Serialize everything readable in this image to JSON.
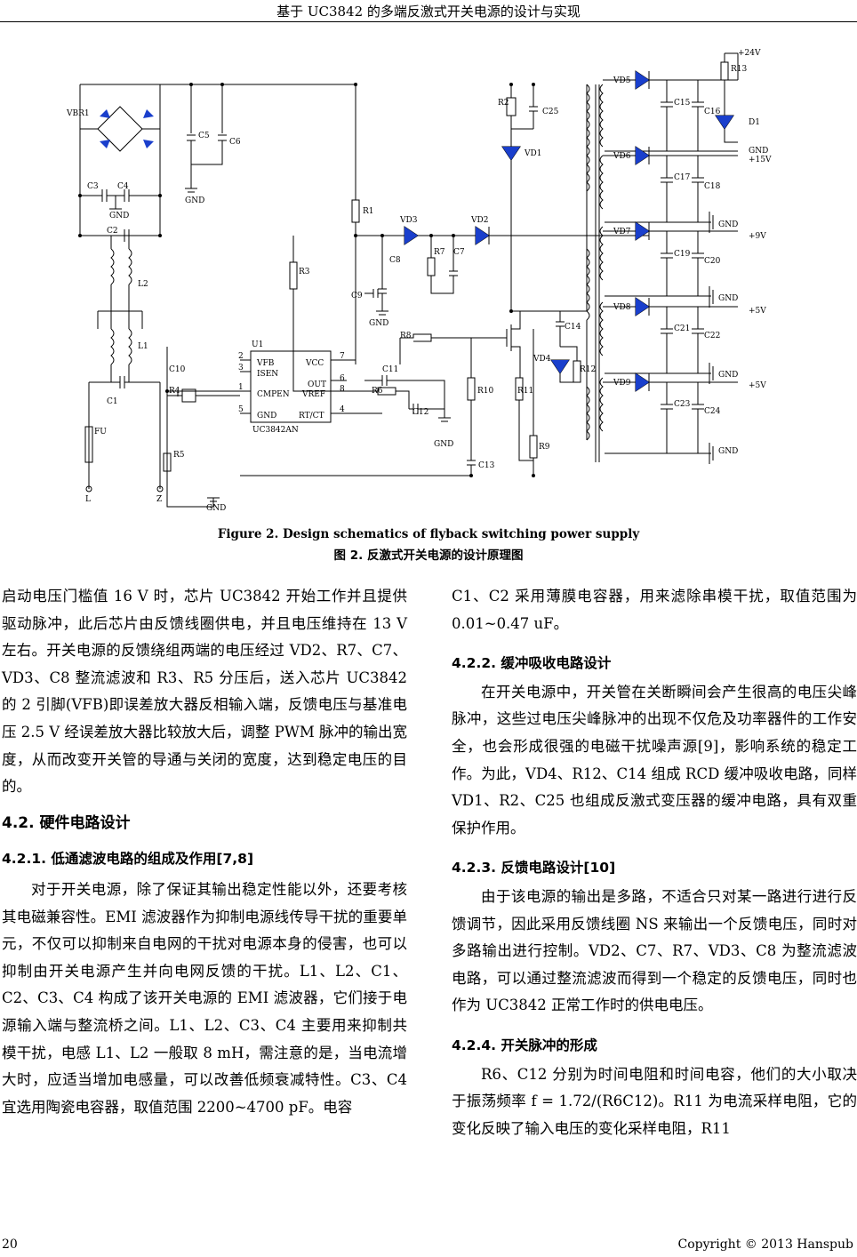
{
  "header": {
    "title": "基于 UC3842 的多端反激式开关电源的设计与实现"
  },
  "figure": {
    "caption_en": "Figure 2. Design schematics of flyback switching power supply",
    "caption_zh": "图 2.  反激式开关电源的设计原理图",
    "labels": {
      "vbr1": "VBR1",
      "c5": "C5",
      "c6": "C6",
      "c3": "C3",
      "c4": "C4",
      "c2": "C2",
      "c1": "C1",
      "l2": "L2",
      "l1": "L1",
      "fu": "FU",
      "l": "L",
      "z": "Z",
      "r1": "R1",
      "r2": "R2",
      "r3": "R3",
      "r4": "R4",
      "r5": "R5",
      "r6": "R6",
      "r7": "R7",
      "r8": "R8",
      "r9": "R9",
      "r10": "R10",
      "r11": "R11",
      "r12": "R12",
      "r13": "R13",
      "c7": "C7",
      "c8": "C8",
      "c9": "C9",
      "c10": "C10",
      "c11": "C11",
      "c12": "C12",
      "c13": "C13",
      "c14": "C14",
      "c15": "C15",
      "c16": "C16",
      "c17": "C17",
      "c18": "C18",
      "c19": "C19",
      "c20": "C20",
      "c21": "C21",
      "c22": "C22",
      "c23": "C23",
      "c24": "C24",
      "c25": "C25",
      "vd1": "VD1",
      "vd2": "VD2",
      "vd3": "VD3",
      "vd4": "VD4",
      "vd5": "VD5",
      "vd6": "VD6",
      "vd7": "VD7",
      "vd8": "VD8",
      "vd9": "VD9",
      "d1": "D1",
      "u1": "U1",
      "chip": "UC3842AN",
      "gnd": "GND",
      "v24": "+24V",
      "v15": "+15V",
      "v9": "+9V",
      "v5a": "+5V",
      "v5b": "+5V",
      "pin_vfb": "VFB",
      "pin_isen": "ISEN",
      "pin_cmpen": "CMPEN",
      "pin_gnd": "GND",
      "pin_vcc": "VCC",
      "pin_out": "OUT",
      "pin_vref": "VREF",
      "pin_rtct": "RT/CT",
      "n1": "1",
      "n2": "2",
      "n3": "3",
      "n4": "4",
      "n5": "5",
      "n6": "6",
      "n7": "7",
      "n8": "8"
    }
  },
  "left_column": {
    "p1": "启动电压门槛值 16 V 时，芯片 UC3842 开始工作并且提供驱动脉冲，此后芯片由反馈线圈供电，并且电压维持在 13 V 左右。开关电源的反馈绕组两端的电压经过 VD2、R7、C7、VD3、C8 整流滤波和 R3、R5 分压后，送入芯片 UC3842 的 2 引脚(VFB)即误差放大器反相输入端，反馈电压与基准电压 2.5 V 经误差放大器比较放大后，调整 PWM 脉冲的输出宽度，从而改变开关管的导通与关闭的宽度，达到稳定电压的目的。",
    "h_42": "4.2.  硬件电路设计",
    "h_421": "4.2.1.  低通滤波电路的组成及作用[7,8]",
    "p2": "对于开关电源，除了保证其输出稳定性能以外，还要考核其电磁兼容性。EMI 滤波器作为抑制电源线传导干扰的重要单元，不仅可以抑制来自电网的干扰对电源本身的侵害，也可以抑制由开关电源产生并向电网反馈的干扰。L1、L2、C1、C2、C3、C4 构成了该开关电源的 EMI 滤波器，它们接于电源输入端与整流桥之间。L1、L2、C3、C4 主要用来抑制共模干扰，电感 L1、L2 一般取 8 mH，需注意的是，当电流增大时，应适当增加电感量，可以改善低频衰减特性。C3、C4 宜选用陶瓷电容器，取值范围 2200~4700 pF。电容"
  },
  "right_column": {
    "p1": "C1、C2 采用薄膜电容器，用来滤除串模干扰，取值范围为 0.01~0.47 uF。",
    "h_422": "4.2.2.  缓冲吸收电路设计",
    "p2": "在开关电源中，开关管在关断瞬间会产生很高的电压尖峰脉冲，这些过电压尖峰脉冲的出现不仅危及功率器件的工作安全，也会形成很强的电磁干扰噪声源[9]，影响系统的稳定工作。为此，VD4、R12、C14 组成 RCD 缓冲吸收电路，同样 VD1、R2、C25 也组成反激式变压器的缓冲电路，具有双重保护作用。",
    "h_423": "4.2.3.  反馈电路设计[10]",
    "p3": "由于该电源的输出是多路，不适合只对某一路进行进行反馈调节，因此采用反馈线圈 NS 来输出一个反馈电压，同时对多路输出进行控制。VD2、C7、R7、VD3、C8 为整流滤波电路，可以通过整流滤波而得到一个稳定的反馈电压，同时也作为 UC3842 正常工作时的供电电压。",
    "h_424": "4.2.4.  开关脉冲的形成",
    "p4": "R6、C12 分别为时间电阻和时间电容，他们的大小取决于振荡频率 f = 1.72/(R6C12)。R11 为电流采样电阻，它的变化反映了输入电压的变化采样电阻，R11"
  },
  "footer": {
    "page": "20",
    "copyright": "Copyright © 2013 Hanspub"
  }
}
